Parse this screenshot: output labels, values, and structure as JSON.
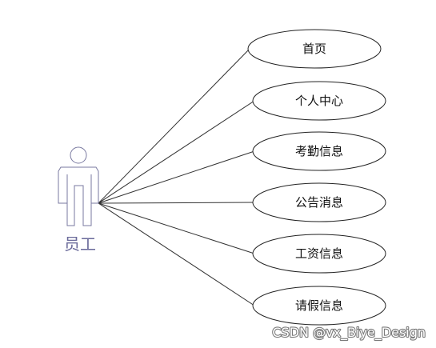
{
  "actor": {
    "label": "员工",
    "label_color": "#6a6a9a",
    "figure_fill": "#ffffff",
    "figure_stroke": "#7a7aa0"
  },
  "use_cases": [
    {
      "id": "home",
      "label": "首页"
    },
    {
      "id": "personal-center",
      "label": "个人中心"
    },
    {
      "id": "attendance-info",
      "label": "考勤信息"
    },
    {
      "id": "announcement",
      "label": "公告消息"
    },
    {
      "id": "salary-info",
      "label": "工资信息"
    },
    {
      "id": "leave-info",
      "label": "请假信息"
    }
  ],
  "colors": {
    "line": "#333333",
    "ellipse_stroke": "#222222"
  },
  "watermark": {
    "text": "CSDN @vx_Biye_Design",
    "color": "#ffffff",
    "outline": "#7a7a7a"
  }
}
